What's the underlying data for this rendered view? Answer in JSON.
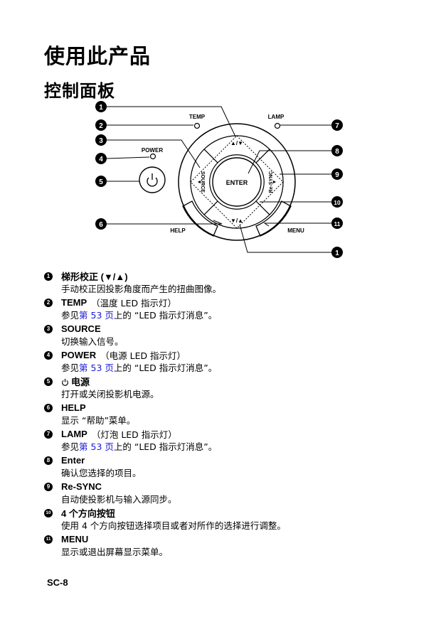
{
  "heading": "使用此产品",
  "subheading": "控制面板",
  "diagram": {
    "labels": {
      "temp": "TEMP",
      "lamp": "LAMP",
      "power": "POWER",
      "enter": "ENTER",
      "source": "SOURCE",
      "resync": "Re-SYNC",
      "help": "HELP",
      "menu": "MENU"
    },
    "callouts": [
      "1",
      "2",
      "3",
      "4",
      "5",
      "6",
      "7",
      "8",
      "9",
      "10",
      "11",
      "1"
    ]
  },
  "items": [
    {
      "num": "1",
      "title": "梯形校正 (▼/▲)",
      "note": "",
      "desc": "手动校正因投影角度而产生的扭曲图像。"
    },
    {
      "num": "2",
      "title": "TEMP",
      "note": "（温度 LED 指示灯）",
      "desc_pre": "参见",
      "desc_link": "第 53 页",
      "desc_post": "上的 “LED 指示灯消息”。"
    },
    {
      "num": "3",
      "title": "SOURCE",
      "note": "",
      "desc": "切换输入信号。"
    },
    {
      "num": "4",
      "title": "POWER",
      "note": "（电源 LED 指示灯）",
      "desc_pre": "参见",
      "desc_link": "第 53 页",
      "desc_post": "上的 “LED 指示灯消息”。"
    },
    {
      "num": "5",
      "title": "电源",
      "note": "",
      "desc": "打开或关闭投影机电源。"
    },
    {
      "num": "6",
      "title": "HELP",
      "note": "",
      "desc": "显示 “帮助”菜单。"
    },
    {
      "num": "7",
      "title": "LAMP",
      "note": "（灯泡 LED 指示灯）",
      "desc_pre": "参见",
      "desc_link": "第 53 页",
      "desc_post": "上的 “LED 指示灯消息”。"
    },
    {
      "num": "8",
      "title": "Enter",
      "note": "",
      "desc": "确认您选择的项目。"
    },
    {
      "num": "9",
      "title": "Re-SYNC",
      "note": "",
      "desc": "自动使投影机与输入源同步。"
    },
    {
      "num": "10",
      "title": "4 个方向按钮",
      "note": "",
      "desc": "使用 4 个方向按钮选择项目或者对所作的选择进行调整。"
    },
    {
      "num": "11",
      "title": "MENU",
      "note": "",
      "desc": "显示或退出屏幕显示菜单。"
    }
  ],
  "page_number": "SC-8"
}
